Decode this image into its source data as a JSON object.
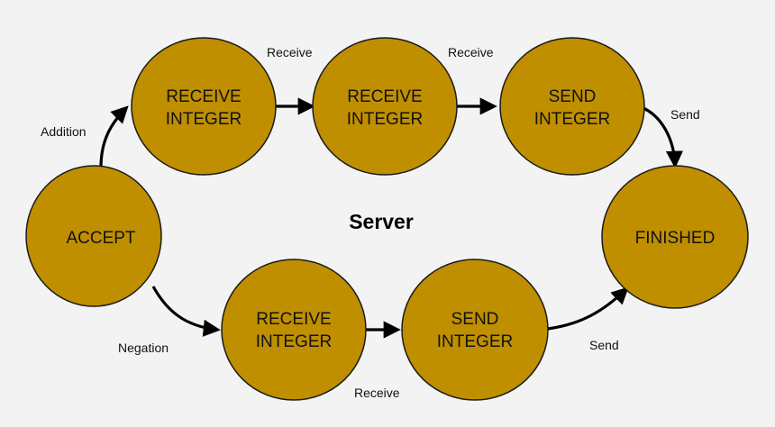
{
  "diagram": {
    "title": "Server",
    "colors": {
      "state_fill": "#bf8f00",
      "state_border": "#1a1a1a",
      "background": "#f3f3f3",
      "arrow": "#000000"
    },
    "states": {
      "accept": {
        "line1": "ACCEPT"
      },
      "recv1": {
        "line1": "RECEIVE",
        "line2": "INTEGER"
      },
      "recv2": {
        "line1": "RECEIVE",
        "line2": "INTEGER"
      },
      "send_top": {
        "line1": "SEND",
        "line2": "INTEGER"
      },
      "finished": {
        "line1": "FINISHED"
      },
      "recv_bottom": {
        "line1": "RECEIVE",
        "line2": "INTEGER"
      },
      "send_bottom": {
        "line1": "SEND",
        "line2": "INTEGER"
      }
    },
    "transitions": {
      "addition": "Addition",
      "recv1_to_recv2": "Receive",
      "recv2_to_send": "Receive",
      "send_to_finished_top": "Send",
      "negation": "Negation",
      "recv_to_send_bottom": "Receive",
      "send_to_finished_bottom": "Send"
    }
  }
}
